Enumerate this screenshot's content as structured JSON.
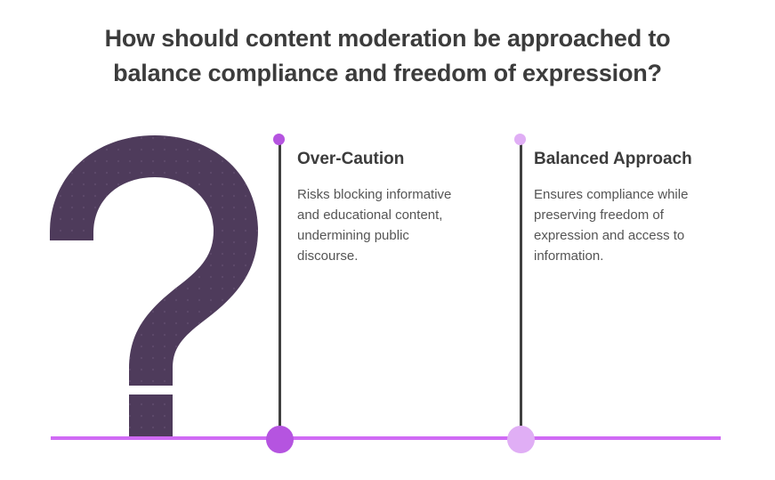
{
  "title": {
    "line1": "How should content moderation be approached to",
    "line2": "balance compliance and freedom of expression?"
  },
  "graphic": {
    "name": "question-mark",
    "fill_color": "#4e3b5b",
    "texture": "dotted"
  },
  "baseline": {
    "color": "#d06bf5"
  },
  "columns": [
    {
      "heading": "Over-Caution",
      "body": "Risks blocking informative and educational content, undermining public discourse.",
      "dot_color": "#b554e0",
      "stem_color": "#404040"
    },
    {
      "heading": "Balanced Approach",
      "body": "Ensures compliance while preserving freedom of expression and access to information.",
      "dot_color": "#e0aef5",
      "stem_color": "#404040"
    }
  ]
}
